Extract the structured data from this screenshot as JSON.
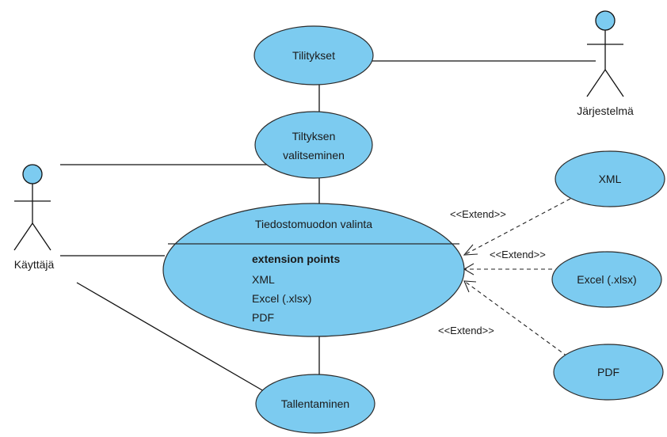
{
  "colors": {
    "use_case_fill": "#7ccbf0",
    "stroke": "#2b2b2b",
    "background": "#ffffff"
  },
  "actors": {
    "system": {
      "name": "Järjestelmä"
    },
    "user": {
      "name": "Käyttäjä"
    }
  },
  "use_cases": {
    "tilitykset": {
      "label": "Tilitykset"
    },
    "valitseminen": {
      "line1": "Tiltyksen",
      "line2": "valitseminen"
    },
    "tiedostomuoto": {
      "title": "Tiedostomuodon valinta",
      "ext_heading": "extension points",
      "ext_points": [
        "XML",
        "Excel (.xlsx)",
        "PDF"
      ]
    },
    "tallentaminen": {
      "label": "Tallentaminen"
    },
    "xml": {
      "label": "XML"
    },
    "excel": {
      "label": "Excel (.xlsx)"
    },
    "pdf": {
      "label": "PDF"
    }
  },
  "extend_label": "<<Extend>>"
}
